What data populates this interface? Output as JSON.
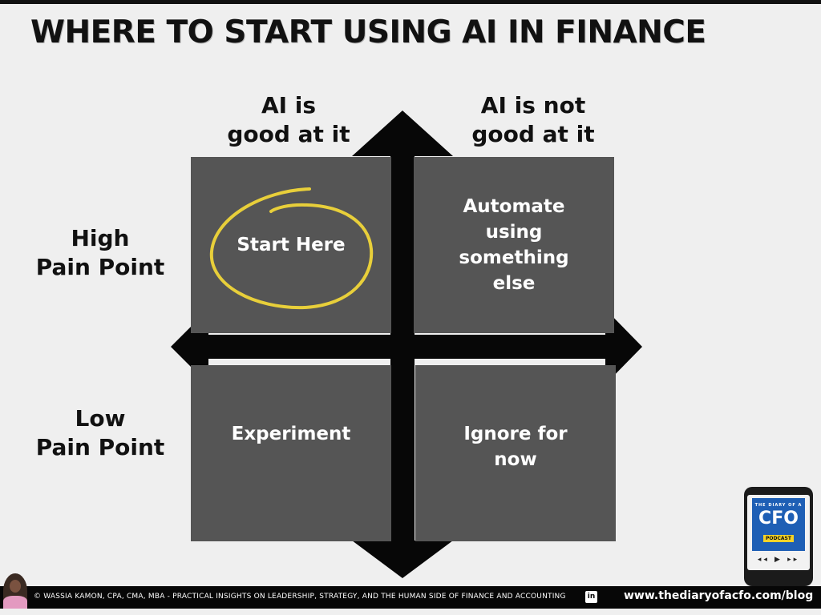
{
  "title": "WHERE TO START USING AI IN FINANCE",
  "columns": [
    {
      "line1": "AI is",
      "line2": "good at it"
    },
    {
      "line1": "AI is not",
      "line2": "good at it"
    }
  ],
  "rows": [
    {
      "line1": "High",
      "line2": "Pain Point"
    },
    {
      "line1": "Low",
      "line2": "Pain Point"
    }
  ],
  "quadrants": {
    "top_left": {
      "lines": [
        "Start Here"
      ]
    },
    "top_right": {
      "lines": [
        "Automate",
        "using",
        "something",
        "else"
      ]
    },
    "bottom_left": {
      "lines": [
        "Experiment"
      ]
    },
    "bottom_right": {
      "lines": [
        "Ignore for",
        "now"
      ]
    }
  },
  "colors": {
    "background": "#efefef",
    "quadrant": "#555555",
    "axes": "#070707",
    "highlight_circle": "#e8cf3a",
    "footer": "#070707"
  },
  "podcast": {
    "top_text": "THE DIARY OF A",
    "main_text": "CFO",
    "tag": "PODCAST"
  },
  "footer": {
    "credit": "© WASSIA KAMON, CPA, CMA, MBA - PRACTICAL INSIGHTS ON  LEADERSHIP, STRATEGY, AND THE HUMAN SIDE OF FINANCE AND ACCOUNTING",
    "linkedin_icon": "in",
    "url": "www.thediaryofacfo.com/blog"
  }
}
